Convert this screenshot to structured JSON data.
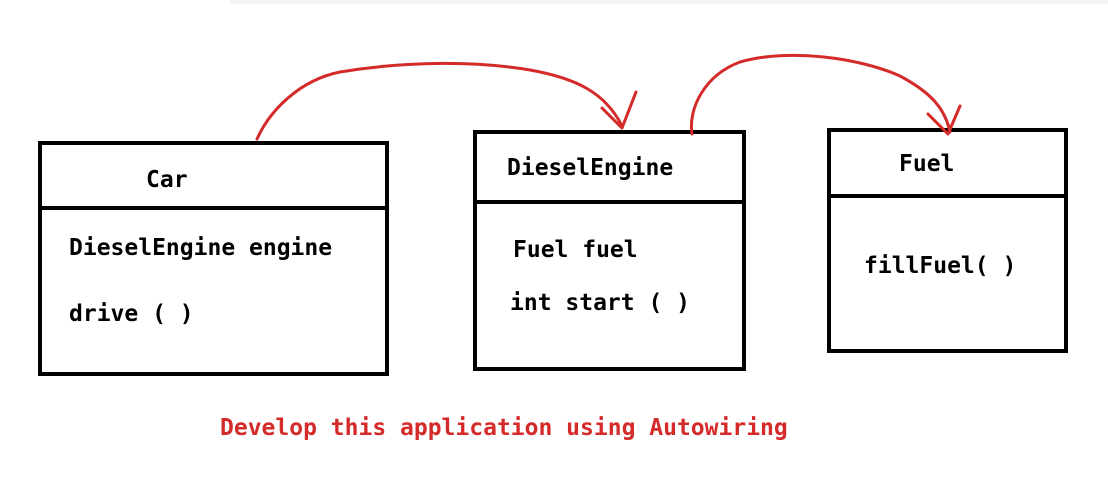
{
  "diagram": {
    "classes": [
      {
        "id": "car",
        "name": "Car",
        "members": [
          "DieselEngine engine",
          "drive ( )"
        ]
      },
      {
        "id": "engine",
        "name": "DieselEngine",
        "members": [
          "Fuel fuel",
          "int start ( )"
        ]
      },
      {
        "id": "fuel",
        "name": "Fuel",
        "members": [
          "fillFuel( )"
        ]
      }
    ],
    "caption": "Develop this application using Autowiring",
    "colors": {
      "box_border": "#000000",
      "arrow": "#d42a2a",
      "caption": "#d42a2a"
    }
  }
}
